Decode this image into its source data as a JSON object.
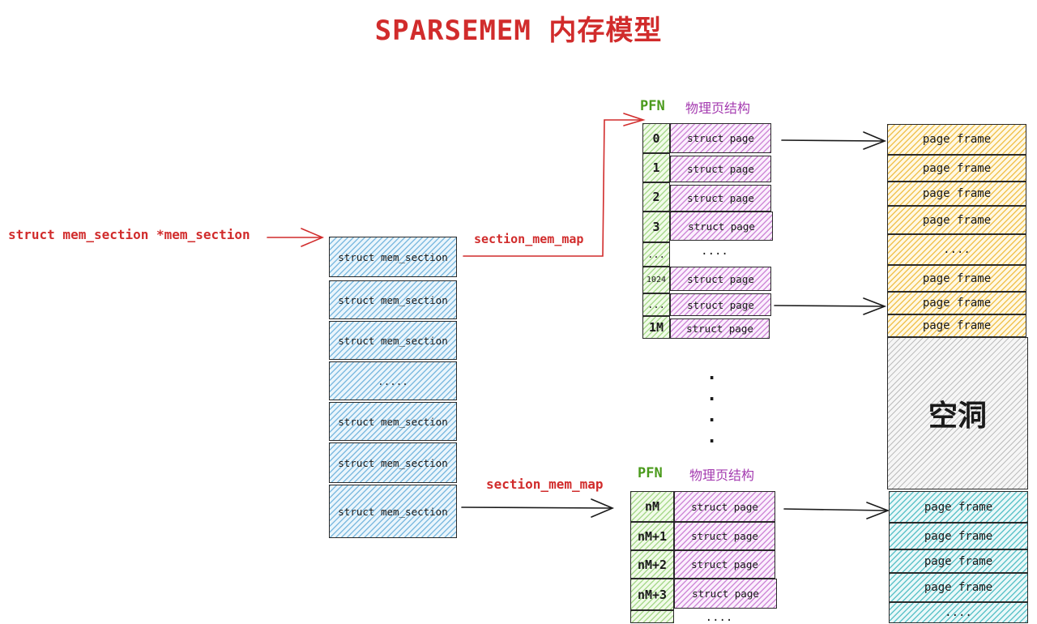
{
  "title": "SPARSEMEM 内存模型",
  "pointer_label": "struct mem_section *mem_section",
  "mem_section_column": {
    "items": [
      "struct mem_section",
      "struct mem_section",
      "struct mem_section",
      ".....",
      "struct mem_section",
      "struct mem_section",
      "struct mem_section"
    ]
  },
  "section_mem_map_label_top": "section_mem_map",
  "section_mem_map_label_bottom": "section_mem_map",
  "top_group": {
    "pfn_header": "PFN",
    "page_header": "物理页结构",
    "pfns": [
      "0",
      "1",
      "2",
      "3",
      "...",
      "1024",
      "...",
      "1M"
    ],
    "pages": [
      "struct page",
      "struct page",
      "struct page",
      "struct page",
      "....",
      "struct page",
      "struct page",
      "struct page"
    ]
  },
  "bottom_group": {
    "pfn_header": "PFN",
    "page_header": "物理页结构",
    "pfns": [
      "nM",
      "nM+1",
      "nM+2",
      "nM+3",
      ""
    ],
    "pages": [
      "struct page",
      "struct page",
      "struct page",
      "struct page",
      "...."
    ]
  },
  "frames_top": [
    "page frame",
    "page frame",
    "page frame",
    "page frame",
    "....",
    "page frame",
    "page frame",
    "page frame"
  ],
  "hole_label": "空洞",
  "frames_bottom": [
    "page frame",
    "page frame",
    "page frame",
    "page frame",
    "...."
  ],
  "colors": {
    "red": "#d12c2c",
    "green": "#4a9a1b",
    "purple": "#a43bb0",
    "section_blue": "#7fbbe0",
    "frame_yellow": "#f1c351",
    "frame_cyan": "#5fc3c9"
  }
}
